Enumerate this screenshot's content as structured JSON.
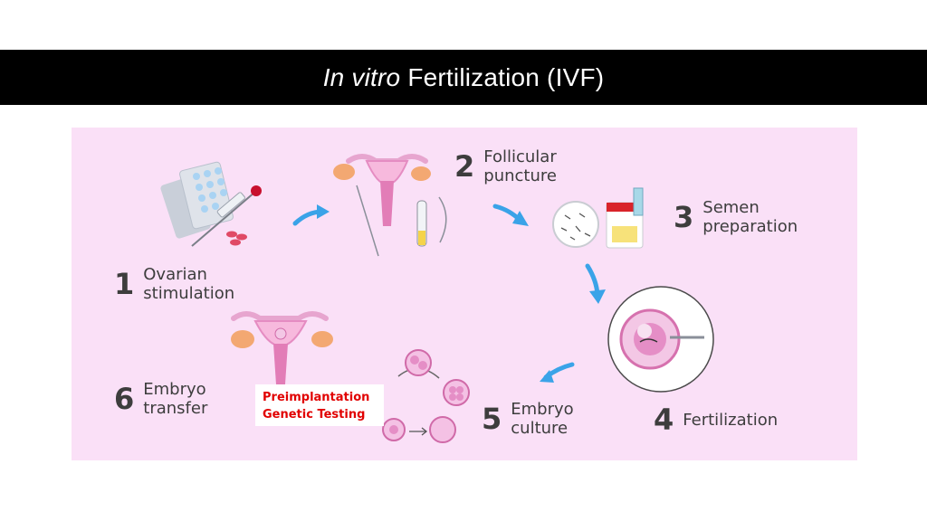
{
  "title": {
    "italic": "In vitro",
    "rest": " Fertilization (IVF)"
  },
  "steps": [
    {
      "num": "1",
      "label": "Ovarian\nstimulation"
    },
    {
      "num": "2",
      "label": "Follicular\npuncture"
    },
    {
      "num": "3",
      "label": "Semen\npreparation"
    },
    {
      "num": "4",
      "label": "Fertilization"
    },
    {
      "num": "5",
      "label": "Embryo\nculture"
    },
    {
      "num": "6",
      "label": "Embryo\ntransfer"
    }
  ],
  "callout": {
    "line1": "Preimplantation",
    "line2": "Genetic Testing"
  },
  "colors": {
    "panel": "#fae0f7",
    "arrow": "#3aa3e8",
    "callout_text": "#e10000",
    "uterus": "#f0a8d6"
  }
}
